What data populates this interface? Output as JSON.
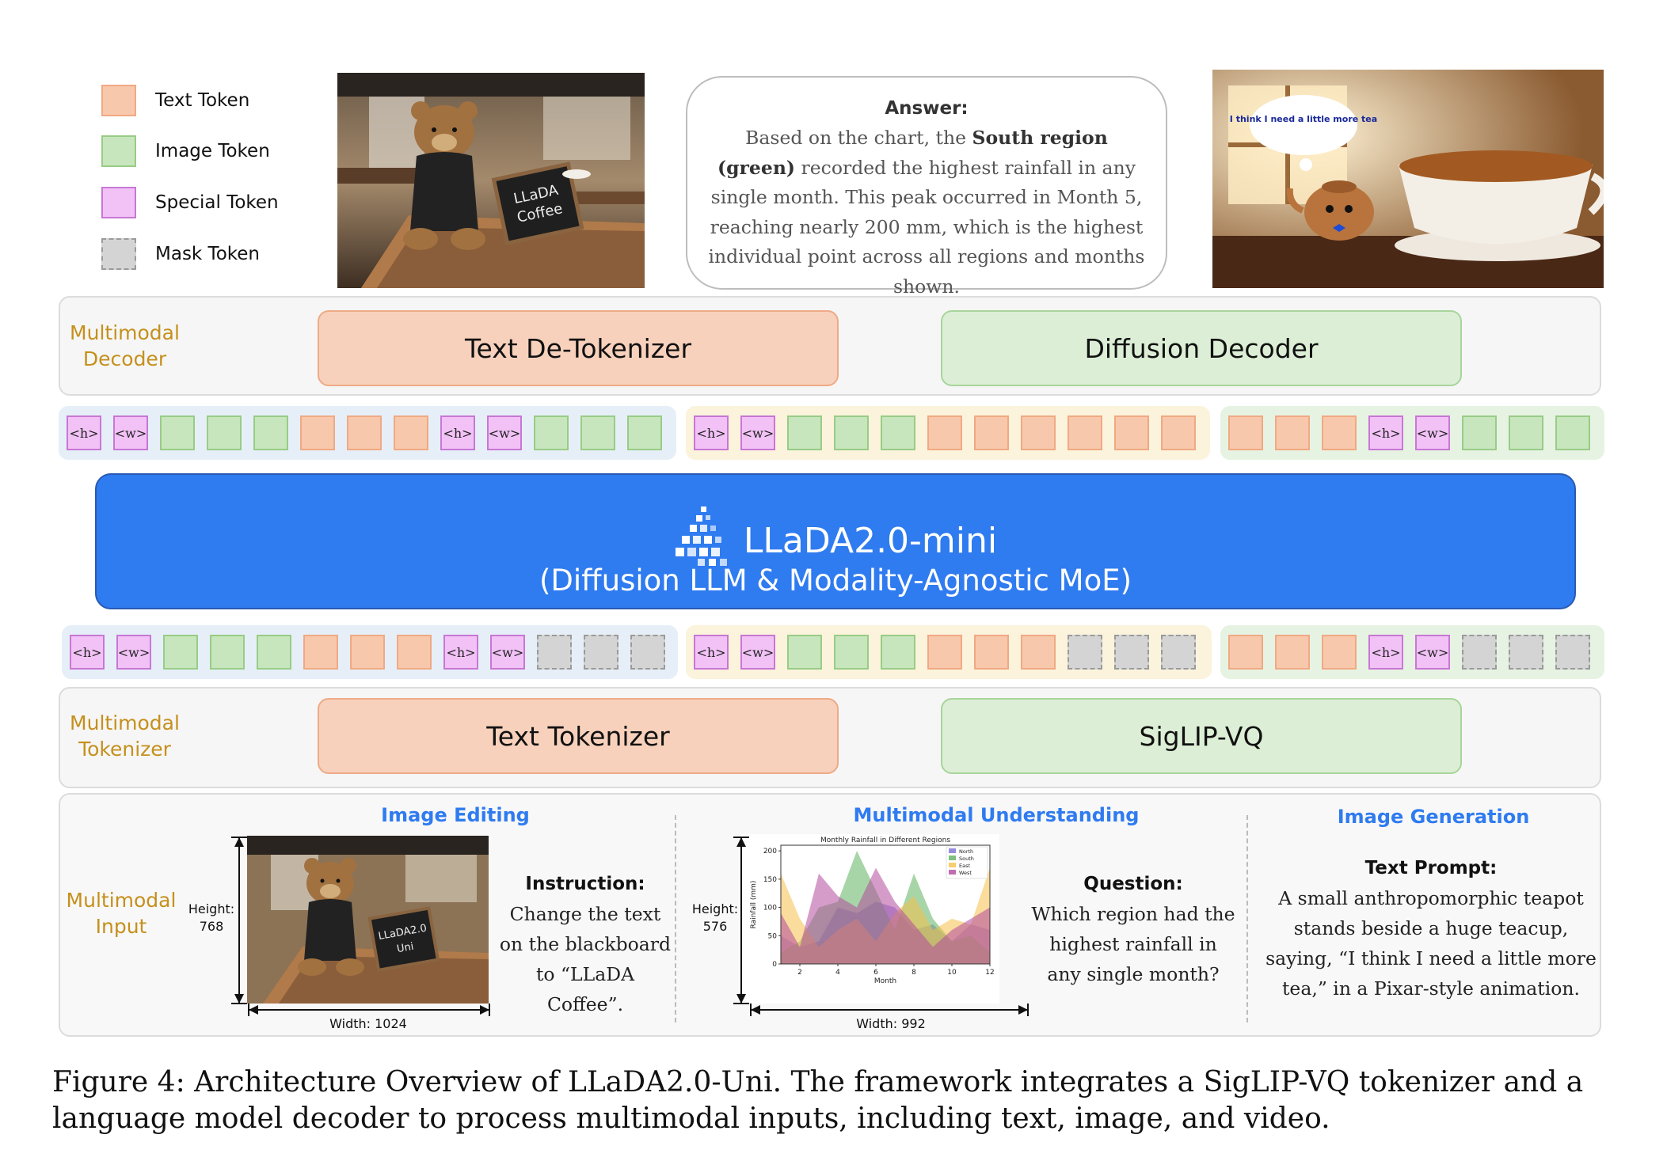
{
  "legend": [
    {
      "label": "Text Token",
      "kind": "text"
    },
    {
      "label": "Image Token",
      "kind": "image"
    },
    {
      "label": "Special Token",
      "kind": "special"
    },
    {
      "label": "Mask Token",
      "kind": "mask"
    }
  ],
  "teddy_sign": [
    "LLaDA",
    "Coffee"
  ],
  "teddy_sign_input": [
    "LLaDA2.0",
    "Uni"
  ],
  "answer": {
    "title": "Answer:",
    "pre": "Based on the chart, the ",
    "bold": "South region (green)",
    "post": " recorded the highest rainfall in any single month. This peak occurred in Month 5, reaching nearly 200 mm, which is the highest individual point across all regions and months shown."
  },
  "teapot_bubble": "I think I need a little more tea",
  "decoder": {
    "label": "Multimodal Decoder",
    "text_module": "Text De-Tokenizer",
    "image_module": "Diffusion Decoder"
  },
  "llm": {
    "title": "LLaDA2.0-mini",
    "subtitle": "(Diffusion LLM & Modality-Agnostic MoE)"
  },
  "tokenizer": {
    "label": "Multimodal Tokenizer",
    "text_module": "Text Tokenizer",
    "image_module": "SigLIP-VQ"
  },
  "tokens": {
    "special_h": "<h>",
    "special_w": "<w>",
    "decoder_row": [
      [
        "special_h",
        "special_w",
        "image",
        "image",
        "image",
        "text",
        "text",
        "text",
        "special_h",
        "special_w",
        "image",
        "image",
        "image"
      ],
      [
        "special_h",
        "special_w",
        "image",
        "image",
        "image",
        "text",
        "text",
        "text",
        "text",
        "text",
        "text"
      ],
      [
        "text",
        "text",
        "text",
        "special_h",
        "special_w",
        "image",
        "image",
        "image"
      ]
    ],
    "encoder_row": [
      [
        "special_h",
        "special_w",
        "image",
        "image",
        "image",
        "text",
        "text",
        "text",
        "special_h",
        "special_w",
        "mask",
        "mask",
        "mask"
      ],
      [
        "special_h",
        "special_w",
        "image",
        "image",
        "image",
        "text",
        "text",
        "text",
        "mask",
        "mask",
        "mask"
      ],
      [
        "text",
        "text",
        "text",
        "special_h",
        "special_w",
        "mask",
        "mask",
        "mask"
      ]
    ]
  },
  "input": {
    "label": "Multimodal Input",
    "editing": {
      "title": "Image Editing",
      "height_label": "Height:",
      "height_value": "768",
      "width_label": "Width: 1024",
      "instruction_title": "Instruction:",
      "instruction": "Change the text on the blackboard to “LLaDA Coffee”."
    },
    "understanding": {
      "title": "Multimodal Understanding",
      "height_label": "Height:",
      "height_value": "576",
      "width_label": "Width: 992",
      "question_title": "Question:",
      "question": "Which region had the highest rainfall in any single month?"
    },
    "generation": {
      "title": "Image Generation",
      "prompt_title": "Text Prompt:",
      "prompt": "A small anthropomorphic teapot stands beside a huge teacup, saying, “I think I need a little more tea,” in a Pixar-style animation."
    }
  },
  "chart_data": {
    "type": "area",
    "title": "Monthly Rainfall in Different Regions",
    "xlabel": "Month",
    "ylabel": "Rainfall (mm)",
    "x": [
      1,
      2,
      3,
      4,
      5,
      6,
      7,
      8,
      9,
      10,
      11,
      12
    ],
    "xticks": [
      2,
      4,
      6,
      8,
      10,
      12
    ],
    "yticks": [
      0,
      50,
      100,
      150,
      200
    ],
    "xlim": [
      1,
      12
    ],
    "ylim": [
      0,
      210
    ],
    "legend_position": "top-right",
    "series": [
      {
        "name": "North",
        "color": "#7b6fd6",
        "values": [
          50,
          30,
          40,
          100,
          90,
          110,
          100,
          60,
          70,
          40,
          70,
          60
        ]
      },
      {
        "name": "South",
        "color": "#5fb35f",
        "values": [
          20,
          40,
          100,
          110,
          200,
          130,
          60,
          160,
          80,
          40,
          50,
          20
        ]
      },
      {
        "name": "East",
        "color": "#f5c04a",
        "values": [
          160,
          80,
          30,
          60,
          80,
          40,
          90,
          120,
          60,
          80,
          70,
          170
        ]
      },
      {
        "name": "West",
        "color": "#b24a9e",
        "values": [
          90,
          30,
          160,
          120,
          100,
          170,
          110,
          70,
          30,
          60,
          80,
          100
        ]
      }
    ]
  },
  "caption": "Figure 4: Architecture Overview of LLaDA2.0-Uni. The framework integrates a SigLIP-VQ tokenizer and a language model decoder to process multimodal inputs, including text, image, and video."
}
